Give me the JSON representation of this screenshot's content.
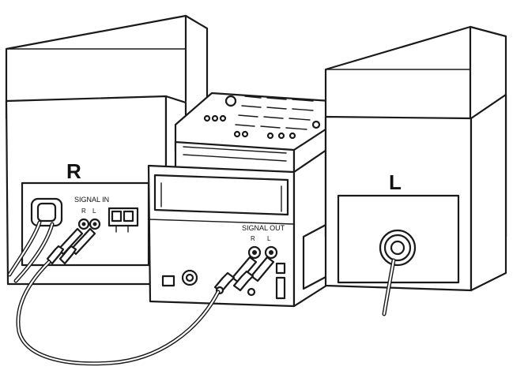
{
  "labels": {
    "right_speaker": "R",
    "left_speaker": "L",
    "signal_in": "SIGNAL IN",
    "signal_in_r": "R",
    "signal_in_l": "L",
    "signal_out": "SIGNAL OUT",
    "signal_out_r": "R",
    "signal_out_l": "L"
  },
  "colors": {
    "line": "#1a1a1a",
    "background": "#ffffff"
  }
}
